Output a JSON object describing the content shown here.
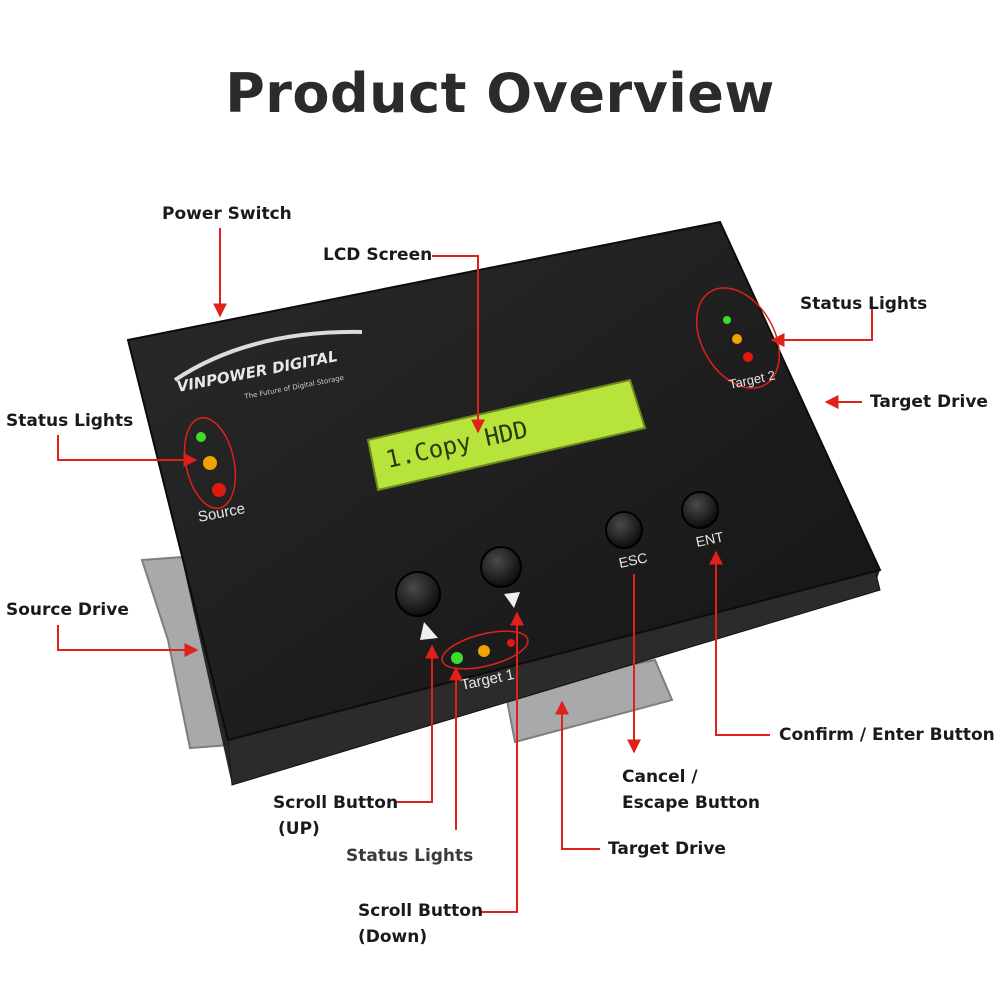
{
  "title": "Product Overview",
  "device": {
    "brand": "VINPOWER DIGITAL",
    "tagline": "The Future of Digital Storage",
    "lcd_text": "1.Copy HDD",
    "source_label": "Source",
    "target1_label": "Target 1",
    "target2_label": "Target 2",
    "esc_label": "ESC",
    "ent_label": "ENT"
  },
  "callouts": {
    "power_switch": "Power Switch",
    "lcd_screen": "LCD Screen",
    "status_lights_left": "Status Lights",
    "status_lights_right": "Status Lights",
    "target_drive_right": "Target Drive",
    "source_drive": "Source Drive",
    "confirm_enter": "Confirm / Enter Button",
    "cancel_line1": "Cancel /",
    "cancel_line2": "Escape Button",
    "scroll_up_line1": "Scroll Button",
    "scroll_up_line2": "(UP)",
    "status_lights_bottom": "Status Lights",
    "target_drive_bottom": "Target Drive",
    "scroll_down_line1": "Scroll Button",
    "scroll_down_line2": "(Down)"
  },
  "colors": {
    "arrow": "#e0201a",
    "device_body": "#1c1c1c",
    "lcd": "#b6e43a",
    "led_green": "#3fdc2c",
    "led_amber": "#f2a200",
    "led_red": "#e01a10"
  }
}
